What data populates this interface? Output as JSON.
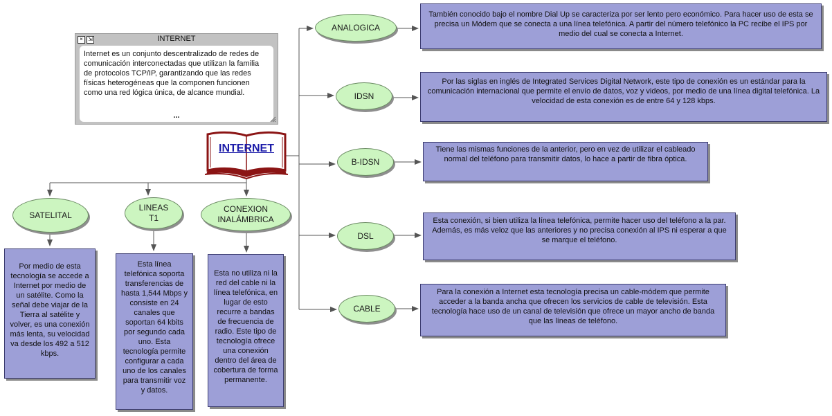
{
  "note": {
    "title": "INTERNET",
    "body": "Internet es un conjunto descentralizado de redes de comunicación interconectadas que utilizan la familia de protocolos TCP/IP, garantizando que las redes físicas heterogéneas que la componen funcionen como una red lógica única, de alcance mundial.",
    "more": "...",
    "btn_close": "×",
    "btn_resize": "⇲"
  },
  "central": {
    "label": "INTERNET",
    "icon": "book-icon"
  },
  "nodes": {
    "analogica": "ANALOGICA",
    "idsn": "IDSN",
    "bidsn": "B-IDSN",
    "dsl": "DSL",
    "cable": "CABLE",
    "satelital": "SATELITAL",
    "lineas": "LINEAS\nT1",
    "conexion": "CONEXION\nINALÁMBRICA"
  },
  "descriptions": {
    "analogica": "También conocido bajo el nombre Dial Up se caracteriza por ser lento pero económico. Para hacer uso de esta se precisa un Módem que se conecta a una línea telefónica. A partir del número telefónico la PC recibe el IPS por medio del cual se conecta a Internet.",
    "idsn": "Por las siglas en inglés de Integrated Services Digital Network, este tipo de conexión es un estándar para la comunicación internacional que permite el envío de datos, voz y videos, por medio de una línea digital telefónica. La velocidad de esta conexión es de entre 64 y 128 kbps.",
    "bidsn": "Tiene las mismas funciones de la anterior, pero en vez de utilizar el cableado normal del teléfono para transmitir datos, lo hace a partir de fibra óptica.",
    "dsl": "Esta conexión, si bien utiliza la línea telefónica, permite hacer uso del teléfono a la par. Además, es más veloz que las anteriores y no precisa conexión al IPS ni esperar a que se marque el teléfono.",
    "cable": "Para la conexión a Internet esta tecnología precisa un cable-módem que permite acceder a la banda ancha que ofrecen los servicios de cable de televisión. Esta tecnología hace uso de un canal de televisión que ofrece un mayor ancho de banda que las líneas de teléfono.",
    "satelital": "Por medio de esta tecnología se accede a Internet por medio de un satélite. Como la señal debe viajar de la Tierra al satélite y volver, es una conexión más lenta, su velocidad va desde los 492 a 512 kbps.",
    "lineas": "Esta línea telefónica soporta transferencias de hasta 1,544 Mbps y consiste en 24 canales que soportan 64 kbits por segundo cada uno. Esta tecnología permite configurar a cada uno de los canales para transmitir voz y datos.",
    "conexion": "Esta no utiliza ni la red del cable ni la línea telefónica, en lugar de esto recurre a bandas de frecuencia de radio. Este tipo de tecnología ofrece una conexión dentro del área de cobertura de forma permanente."
  },
  "colors": {
    "oval_fill": "#ccf5c0",
    "box_fill": "#9d9fd7",
    "line": "#555555",
    "title_link": "#1a1aa8",
    "book_red": "#8b1414"
  }
}
